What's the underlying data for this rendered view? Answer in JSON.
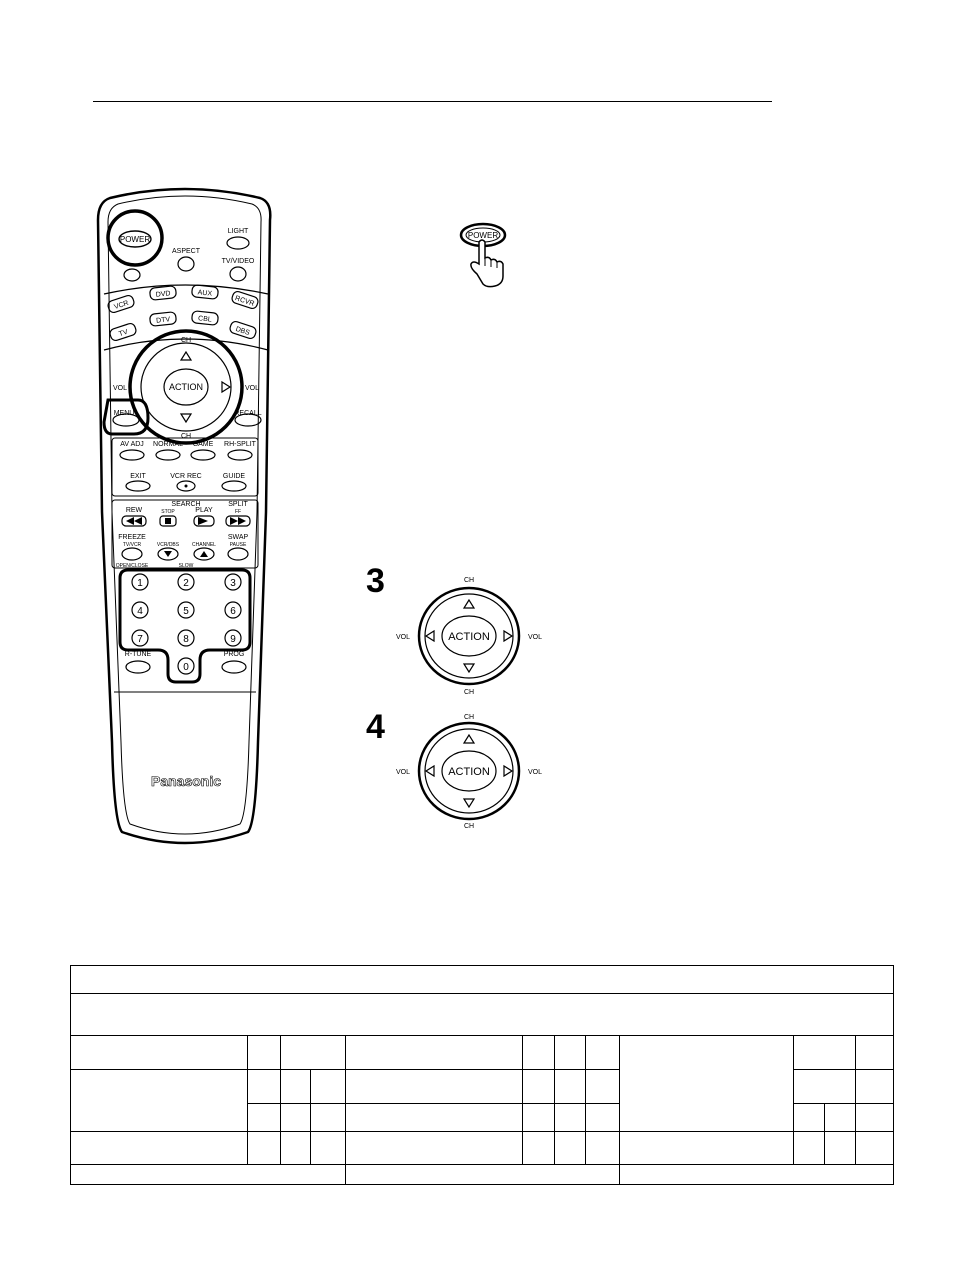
{
  "remote": {
    "brand": "Panasonic",
    "buttons": {
      "power": "POWER",
      "light": "LIGHT",
      "aspect": "ASPECT",
      "tv_video": "TV/VIDEO",
      "vcr": "VCR",
      "dvd": "DVD",
      "aux": "AUX",
      "rcvr": "RCVR",
      "tv": "TV",
      "dtv": "DTV",
      "cbl": "CBL",
      "dbs": "DBS",
      "ch": "CH",
      "vol": "VOL",
      "action": "ACTION",
      "menu": "MENU",
      "recall": "RECALL",
      "av_adj": "AV ADJ",
      "normal": "NORMAL",
      "game": "GAME",
      "rh_split": "RH-SPLIT",
      "exit": "EXIT",
      "vcr_rec": "VCR REC",
      "guide": "GUIDE",
      "search": "SEARCH",
      "rew": "REW",
      "stop": "STOP",
      "play": "PLAY",
      "split": "SPLIT",
      "ff": "FF",
      "freeze": "FREEZE",
      "tv_vcr": "TV/VCR",
      "vcr_dbs": "VCR/DBS",
      "channel": "CHANNEL",
      "swap": "SWAP",
      "pause": "PAUSE",
      "open_close": "OPEN/CLOSE",
      "slow": "SLOW",
      "r_tune": "R-TUNE",
      "prog": "PROG"
    },
    "digits": [
      "1",
      "2",
      "3",
      "4",
      "5",
      "6",
      "7",
      "8",
      "9",
      "0"
    ]
  },
  "steps": {
    "power_label": "POWER",
    "step3": {
      "num": "3",
      "ch": "CH",
      "vol": "VOL",
      "action": "ACTION"
    },
    "step4": {
      "num": "4",
      "ch": "CH",
      "vol": "VOL",
      "action": "ACTION"
    }
  },
  "colors": {
    "ink": "#000000",
    "paper": "#ffffff"
  }
}
